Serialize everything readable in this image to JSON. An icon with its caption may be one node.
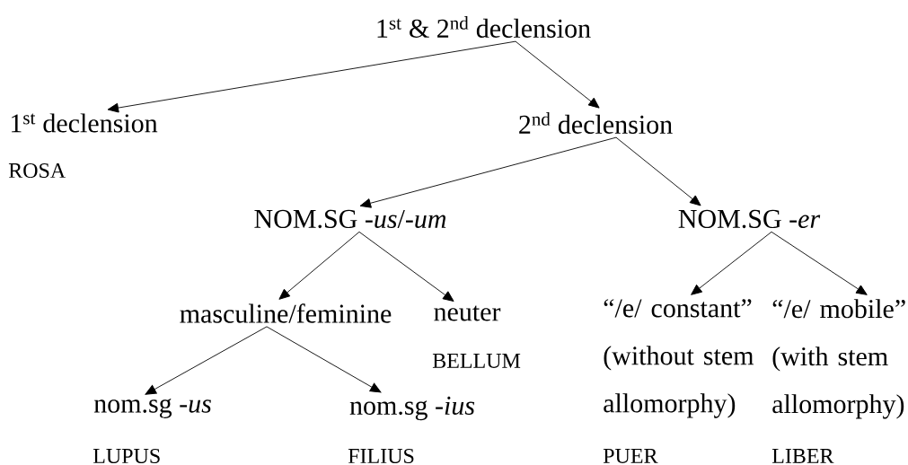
{
  "diagram": {
    "nodes": [
      {
        "text": [
          "1$^{st}$ & 2$^{nd}$ declension"
        ]
      },
      {
        "text": [
          "1$^{st}$ declension"
        ],
        "beside": [
          "ROSA"
        ]
      },
      {
        "text": [
          "2$^{nd}$ declension"
        ]
      },
      {
        "text": [
          "NOM.SG *-us*/*-um*"
        ]
      },
      {
        "text": [
          "NOM.SG *-er*"
        ]
      },
      {
        "text": [
          "masculine/feminine"
        ]
      },
      {
        "text": [
          "neuter"
        ],
        "beside": [
          "BELLUM"
        ]
      },
      {
        "text": [
          "“/e/ constant”",
          "(without stem allomorphy)"
        ],
        "beside": [
          "PUER"
        ]
      },
      {
        "text": [
          "“/e/ mobile”",
          "(with stem allomorphy)"
        ],
        "beside": [
          "LIBER"
        ]
      },
      {
        "text": [
          "nom.sg *-us*"
        ],
        "beside": [
          "LUPUS"
        ]
      },
      {
        "text": [
          "nom.sg *-ius*"
        ],
        "beside": [
          "FILIUS"
        ]
      }
    ],
    "edges": [
      {
        "from": 0,
        "to": 1,
        "arrow": "to"
      },
      {
        "from": 0,
        "to": 2,
        "arrow": "to"
      },
      {
        "from": 2,
        "to": 3,
        "arrow": "to"
      },
      {
        "from": 2,
        "to": 4,
        "arrow": "to"
      },
      {
        "from": 3,
        "to": 5,
        "arrow": "to"
      },
      {
        "from": 3,
        "to": 6,
        "arrow": "to"
      },
      {
        "from": 4,
        "to": 7,
        "arrow": "to"
      },
      {
        "from": 4,
        "to": 8,
        "arrow": "to"
      },
      {
        "from": 5,
        "to": 9,
        "arrow": "to"
      },
      {
        "from": 5,
        "to": 10,
        "arrow": "to"
      }
    ]
  }
}
